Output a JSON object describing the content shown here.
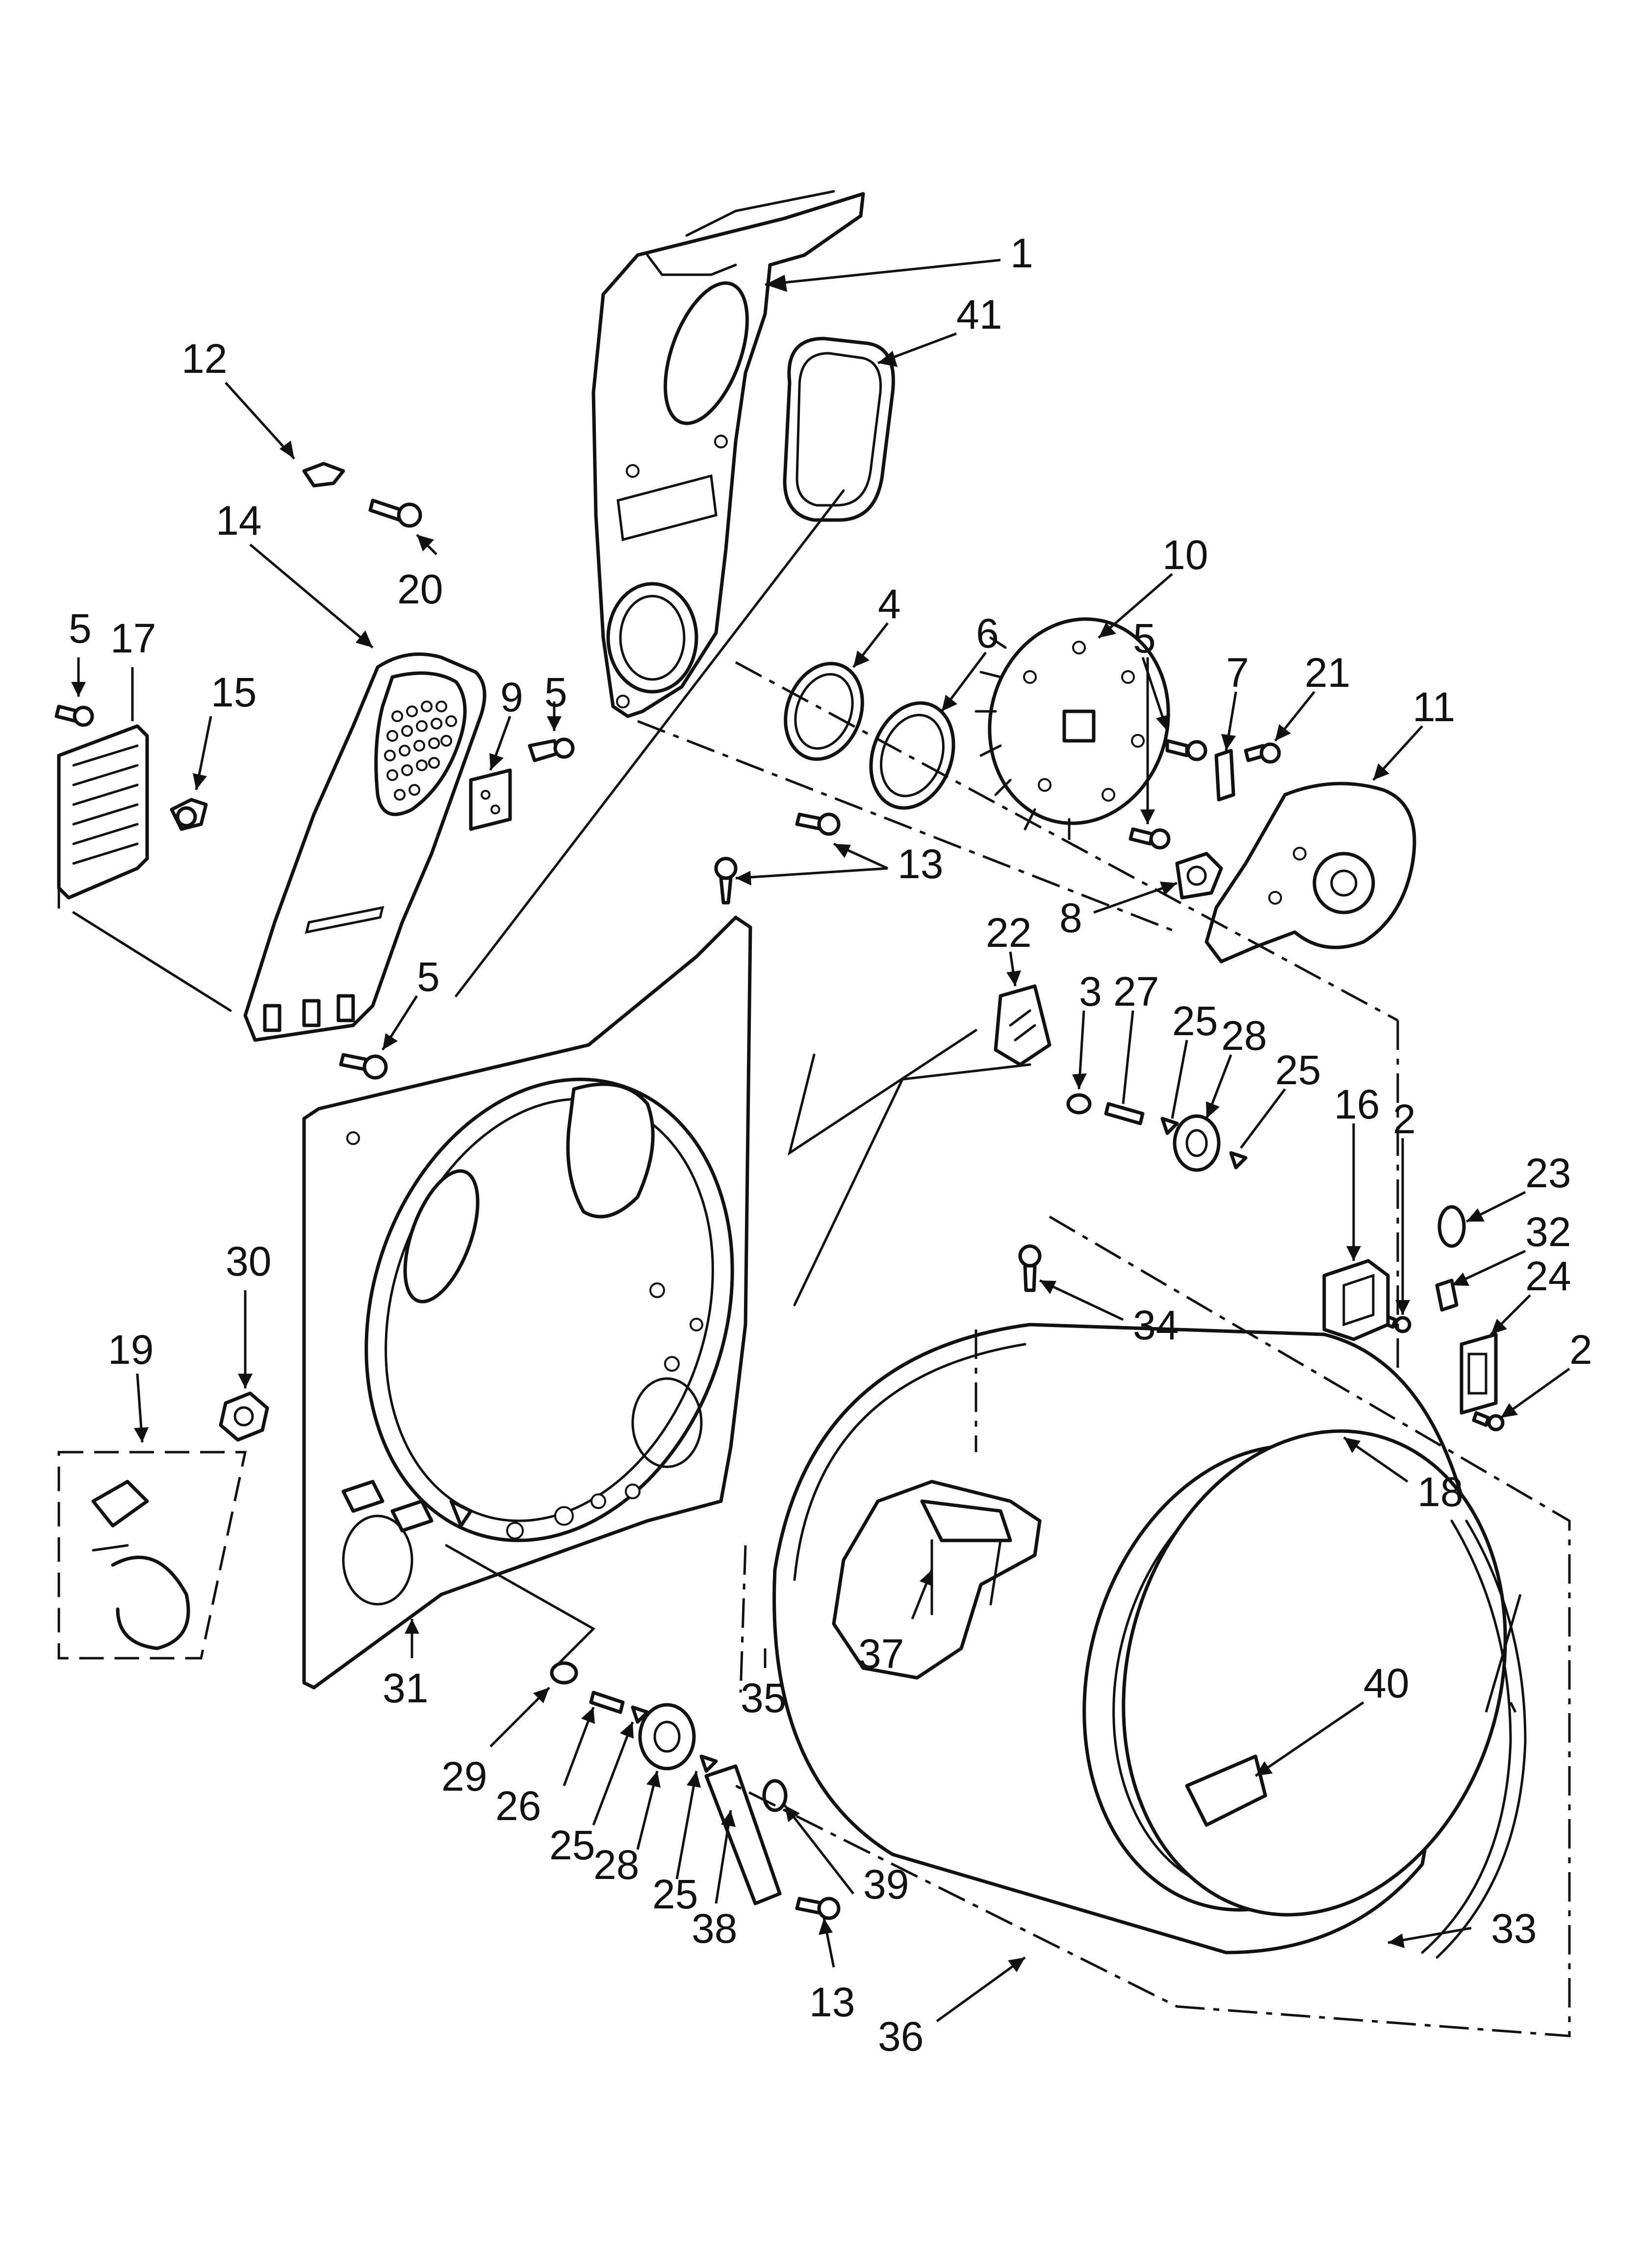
{
  "diagram": {
    "type": "exploded-parts-view",
    "line_color": "#111111",
    "background": "#ffffff"
  },
  "callouts": [
    {
      "id": "c1",
      "label": "1",
      "part": "front-panel-duct"
    },
    {
      "id": "c41",
      "label": "41",
      "part": "duct-seal"
    },
    {
      "id": "c12",
      "label": "12",
      "part": "clip"
    },
    {
      "id": "c20",
      "label": "20",
      "part": "screw"
    },
    {
      "id": "c14",
      "label": "14",
      "part": "lint-duct"
    },
    {
      "id": "c5a",
      "label": "5",
      "part": "screw"
    },
    {
      "id": "c17",
      "label": "17",
      "part": "heater-element"
    },
    {
      "id": "c15",
      "label": "15",
      "part": "thermostat"
    },
    {
      "id": "c9",
      "label": "9",
      "part": "bracket"
    },
    {
      "id": "c5b",
      "label": "5",
      "part": "screw"
    },
    {
      "id": "c4",
      "label": "4",
      "part": "seal-ring"
    },
    {
      "id": "c6",
      "label": "6",
      "part": "bearing-ring"
    },
    {
      "id": "c10",
      "label": "10",
      "part": "blower-wheel"
    },
    {
      "id": "c5c",
      "label": "5",
      "part": "screw"
    },
    {
      "id": "c7",
      "label": "7",
      "part": "clip"
    },
    {
      "id": "c21",
      "label": "21",
      "part": "screw"
    },
    {
      "id": "c11",
      "label": "11",
      "part": "blower-housing"
    },
    {
      "id": "c13a",
      "label": "13",
      "part": "screw"
    },
    {
      "id": "c8",
      "label": "8",
      "part": "thermal-fuse"
    },
    {
      "id": "c22",
      "label": "22",
      "part": "pad"
    },
    {
      "id": "c5d",
      "label": "5",
      "part": "screw"
    },
    {
      "id": "c3",
      "label": "3",
      "part": "washer"
    },
    {
      "id": "c27",
      "label": "27",
      "part": "axle"
    },
    {
      "id": "c25a",
      "label": "25",
      "part": "clip"
    },
    {
      "id": "c28a",
      "label": "28",
      "part": "roller"
    },
    {
      "id": "c25b",
      "label": "25",
      "part": "clip"
    },
    {
      "id": "c16",
      "label": "16",
      "part": "switch-housing"
    },
    {
      "id": "c2a",
      "label": "2",
      "part": "screw"
    },
    {
      "id": "c23",
      "label": "23",
      "part": "bulb"
    },
    {
      "id": "c32",
      "label": "32",
      "part": "socket"
    },
    {
      "id": "c24",
      "label": "24",
      "part": "bracket"
    },
    {
      "id": "c2b",
      "label": "2",
      "part": "screw"
    },
    {
      "id": "c30",
      "label": "30",
      "part": "nut"
    },
    {
      "id": "c34",
      "label": "34",
      "part": "screw"
    },
    {
      "id": "c19",
      "label": "19",
      "part": "power-cord-kit"
    },
    {
      "id": "c18",
      "label": "18",
      "part": "clip"
    },
    {
      "id": "c37",
      "label": "37",
      "part": "baffle"
    },
    {
      "id": "c40",
      "label": "40",
      "part": "drum-seal"
    },
    {
      "id": "c35",
      "label": "35",
      "part": "drum"
    },
    {
      "id": "c31",
      "label": "31",
      "part": "rear-panel"
    },
    {
      "id": "c29",
      "label": "29",
      "part": "washer"
    },
    {
      "id": "c26",
      "label": "26",
      "part": "axle"
    },
    {
      "id": "c25c",
      "label": "25",
      "part": "clip"
    },
    {
      "id": "c28b",
      "label": "28",
      "part": "roller"
    },
    {
      "id": "c25d",
      "label": "25",
      "part": "clip"
    },
    {
      "id": "c38",
      "label": "38",
      "part": "shaft"
    },
    {
      "id": "c39",
      "label": "39",
      "part": "washer"
    },
    {
      "id": "c13b",
      "label": "13",
      "part": "screw"
    },
    {
      "id": "c33",
      "label": "33",
      "part": "felt-seal"
    },
    {
      "id": "c36",
      "label": "36",
      "part": "drum-assembly"
    }
  ]
}
